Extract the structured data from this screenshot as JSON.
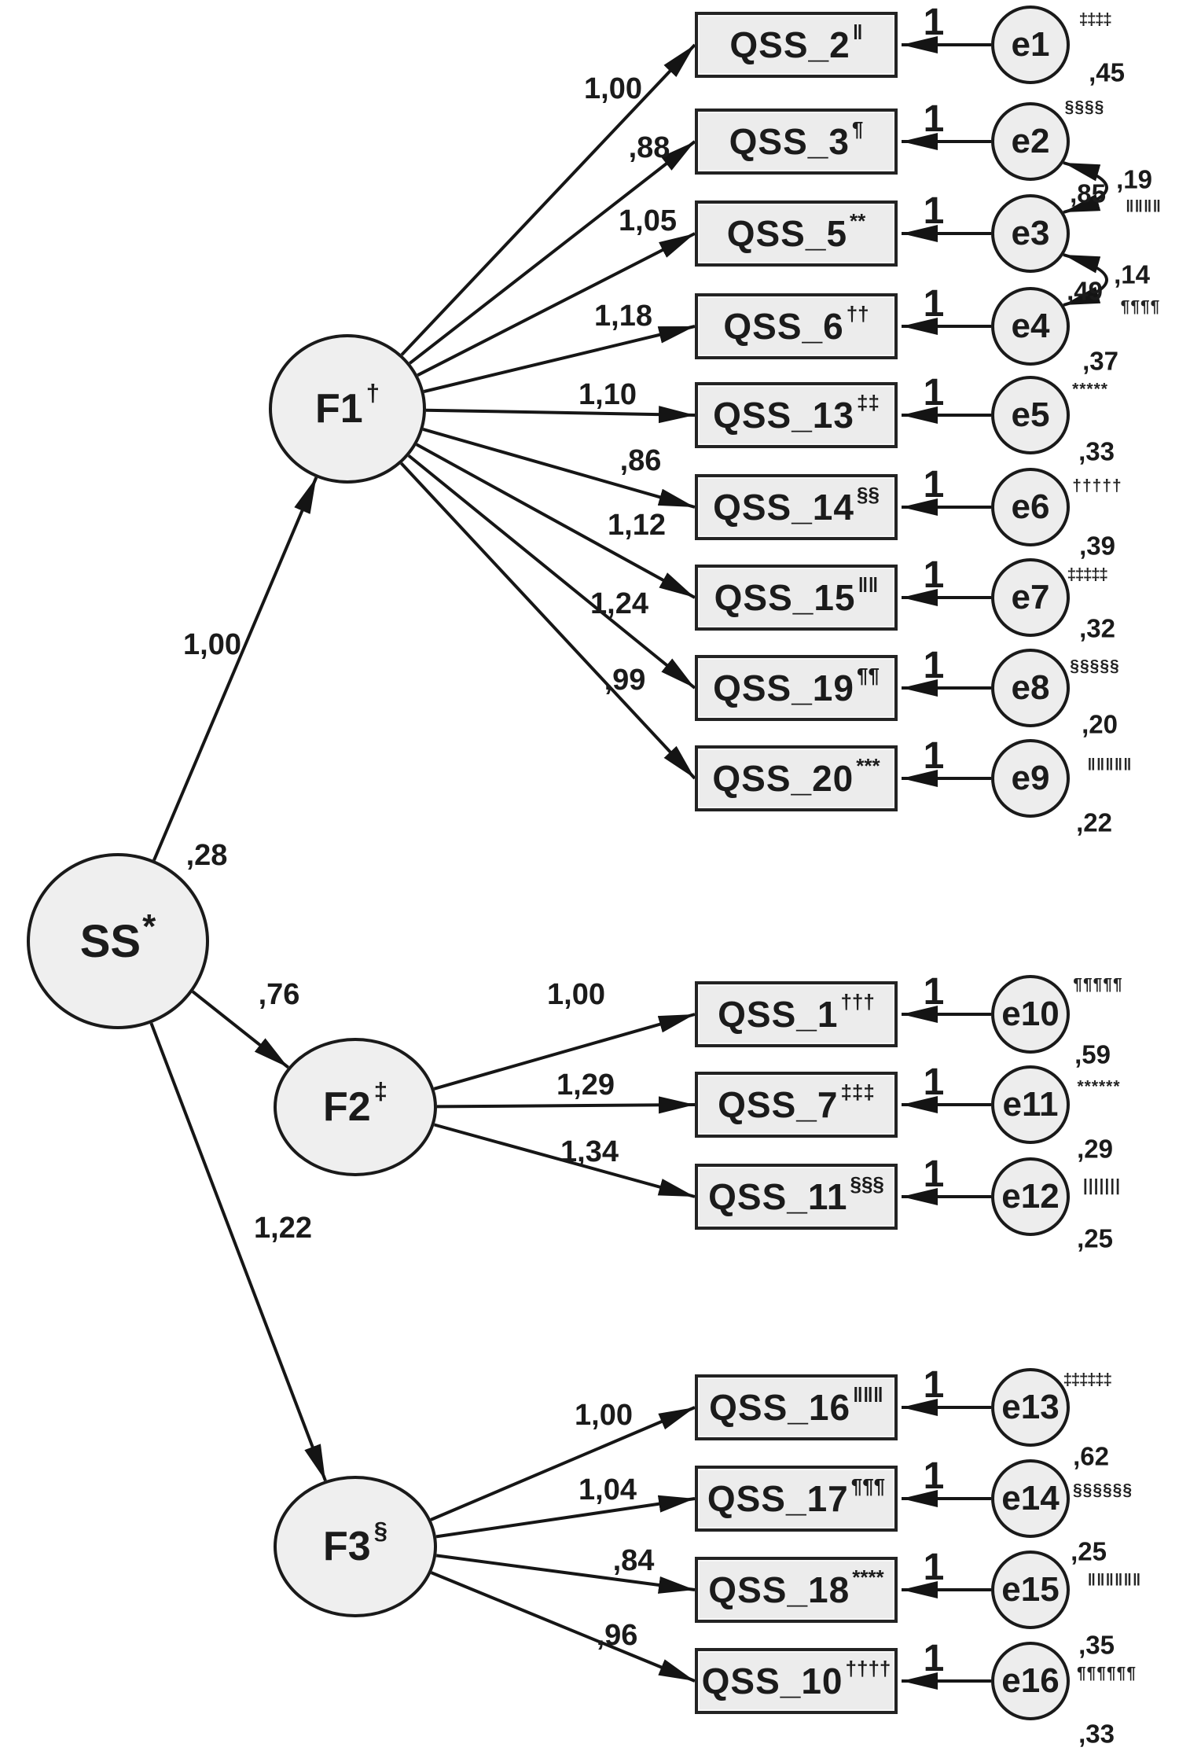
{
  "diagram": {
    "ss": {
      "label": "SS",
      "sup": "*",
      "variance": ",28"
    },
    "factors": [
      {
        "label": "F1",
        "sup": "†"
      },
      {
        "label": "F2",
        "sup": "‡"
      },
      {
        "label": "F3",
        "sup": "§"
      }
    ],
    "structural": [
      {
        "from": "SS",
        "to": "F1",
        "coef": "1,00"
      },
      {
        "from": "SS",
        "to": "F2",
        "coef": ",76"
      },
      {
        "from": "SS",
        "to": "F3",
        "coef": "1,22"
      }
    ],
    "indicators": [
      {
        "factor": "F1",
        "box": "QSS_2",
        "box_sup": "‖",
        "loading": "1,00",
        "path_one": "1",
        "error": "e1",
        "error_sup": "‡‡‡‡",
        "error_var": ",45"
      },
      {
        "factor": "F1",
        "box": "QSS_3",
        "box_sup": "¶",
        "loading": ",88",
        "path_one": "1",
        "error": "e2",
        "error_sup": "§§§§",
        "error_var": ",85"
      },
      {
        "factor": "F1",
        "box": "QSS_5",
        "box_sup": "**",
        "loading": "1,05",
        "path_one": "1",
        "error": "e3",
        "error_sup": "",
        "error_var": ",49"
      },
      {
        "factor": "F1",
        "box": "QSS_6",
        "box_sup": "††",
        "loading": "1,18",
        "path_one": "1",
        "error": "e4",
        "error_sup": "",
        "error_var": ",37"
      },
      {
        "factor": "F1",
        "box": "QSS_13",
        "box_sup": "‡‡",
        "loading": "1,10",
        "path_one": "1",
        "error": "e5",
        "error_sup": "*****",
        "error_var": ",33"
      },
      {
        "factor": "F1",
        "box": "QSS_14",
        "box_sup": "§§",
        "loading": ",86",
        "path_one": "1",
        "error": "e6",
        "error_sup": "†††††",
        "error_var": ",39"
      },
      {
        "factor": "F1",
        "box": "QSS_15",
        "box_sup": "‖‖",
        "loading": "1,12",
        "path_one": "1",
        "error": "e7",
        "error_sup": "‡‡‡‡‡",
        "error_var": ",32"
      },
      {
        "factor": "F1",
        "box": "QSS_19",
        "box_sup": "¶¶",
        "loading": "1,24",
        "path_one": "1",
        "error": "e8",
        "error_sup": "§§§§§",
        "error_var": ",20"
      },
      {
        "factor": "F1",
        "box": "QSS_20",
        "box_sup": "***",
        "loading": ",99",
        "path_one": "1",
        "error": "e9",
        "error_sup": "‖‖‖‖‖",
        "error_var": ",22"
      },
      {
        "factor": "F2",
        "box": "QSS_1",
        "box_sup": "†††",
        "loading": "1,00",
        "path_one": "1",
        "error": "e10",
        "error_sup": "¶¶¶¶¶",
        "error_var": ",59"
      },
      {
        "factor": "F2",
        "box": "QSS_7",
        "box_sup": "‡‡‡",
        "loading": "1,29",
        "path_one": "1",
        "error": "e11",
        "error_sup": "******",
        "error_var": ",29"
      },
      {
        "factor": "F2",
        "box": "QSS_11",
        "box_sup": "§§§",
        "loading": "1,34",
        "path_one": "1",
        "error": "e12",
        "error_sup": "|||||||",
        "error_var": ",25"
      },
      {
        "factor": "F3",
        "box": "QSS_16",
        "box_sup": "‖‖‖",
        "loading": "1,00",
        "path_one": "1",
        "error": "e13",
        "error_sup": "‡‡‡‡‡‡",
        "error_var": ",62"
      },
      {
        "factor": "F3",
        "box": "QSS_17",
        "box_sup": "¶¶¶",
        "loading": "1,04",
        "path_one": "1",
        "error": "e14",
        "error_sup": "§§§§§§",
        "error_var": ",25"
      },
      {
        "factor": "F3",
        "box": "QSS_18",
        "box_sup": "****",
        "loading": ",84",
        "path_one": "1",
        "error": "e15",
        "error_sup": "‖‖‖‖‖‖",
        "error_var": ",35"
      },
      {
        "factor": "F3",
        "box": "QSS_10",
        "box_sup": "††††",
        "loading": ",96",
        "path_one": "1",
        "error": "e16",
        "error_sup": "¶¶¶¶¶¶",
        "error_var": ",33"
      }
    ],
    "covariances": [
      {
        "pair": "e2-e3",
        "value": ",19",
        "sup": "‖‖‖‖"
      },
      {
        "pair": "e3-e4",
        "value": ",14",
        "sup": "¶¶¶¶"
      }
    ]
  }
}
